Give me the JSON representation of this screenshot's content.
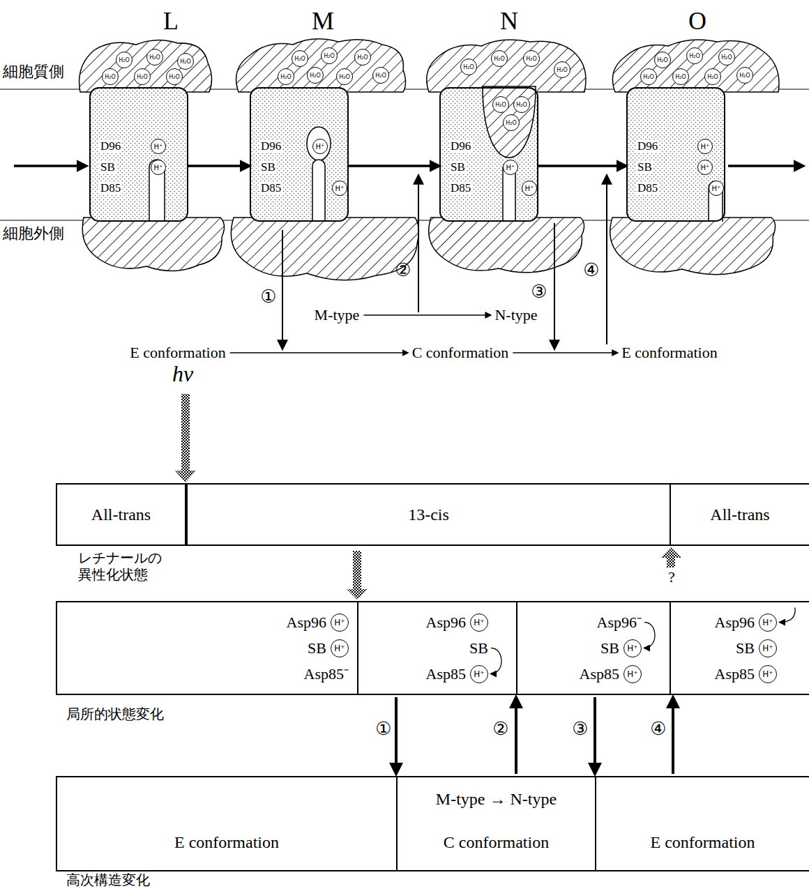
{
  "diagram": {
    "nodes": [
      {
        "text": [
          "D96",
          "H⁺",
          "SB",
          "H⁺",
          "D85"
        ]
      },
      {
        "text": [
          "D96",
          "H⁺",
          "SB",
          "D85",
          "H⁺"
        ]
      },
      {
        "text": [
          "D96",
          "SB",
          "H⁺",
          "D85",
          "H⁺"
        ]
      },
      {
        "text": [
          "D96",
          "H⁺",
          "SB",
          "H⁺",
          "D85",
          "H⁺"
        ]
      },
      {
        "text": [
          "All-trans"
        ]
      },
      {
        "text": [
          "13-cis"
        ]
      },
      {
        "text": [
          "All-trans"
        ]
      },
      {
        "text": [
          "Asp96",
          "H⁺",
          "SB",
          "H⁺",
          "Asp85⁻"
        ]
      },
      {
        "text": [
          "Asp96",
          "H⁺",
          "SB",
          "Asp85",
          "H⁺"
        ]
      },
      {
        "text": [
          "Asp96⁻",
          "SB",
          "H⁺",
          "Asp85",
          "H⁺"
        ]
      },
      {
        "text": [
          "Asp96",
          "H⁺",
          "SB",
          "H⁺",
          "Asp85",
          "H⁺"
        ]
      },
      {
        "text": [
          "E conformation"
        ]
      },
      {
        "text": [
          "M-type → N-type",
          "C conformation"
        ]
      },
      {
        "text": [
          "E conformation"
        ]
      }
    ],
    "edges": [
      {
        "from": 0,
        "to": 1,
        "arrow": "to"
      },
      {
        "from": 1,
        "to": 2,
        "arrow": "to"
      },
      {
        "from": 2,
        "to": 3,
        "arrow": "to"
      }
    ],
    "labels": [
      "L",
      "M",
      "N",
      "O",
      "細胞質側",
      "細胞外側",
      "H₂O",
      "H₂O",
      "H₂O",
      "H₂O",
      "H₂O",
      "H₂O",
      "H₂O",
      "H₂O",
      "H₂O",
      "H₂O",
      "H₂O",
      "H₂O",
      "H₂O",
      "H₂O",
      "H₂O",
      "H₂O",
      "H₂O",
      "H₂O",
      "H₂O",
      "H₂O",
      "H₂O",
      "H₂O",
      "H₂O",
      "H₂O",
      "H₂O",
      "H₂O",
      "H₂O",
      "①",
      "②",
      "③",
      "④",
      "M-type",
      "N-type",
      "E conformation",
      "C conformation",
      "E conformation",
      "hν",
      "レチナールの 異性化状態",
      "?",
      "局所的状態変化",
      "①",
      "②",
      "③",
      "④",
      "高次構造変化"
    ]
  }
}
